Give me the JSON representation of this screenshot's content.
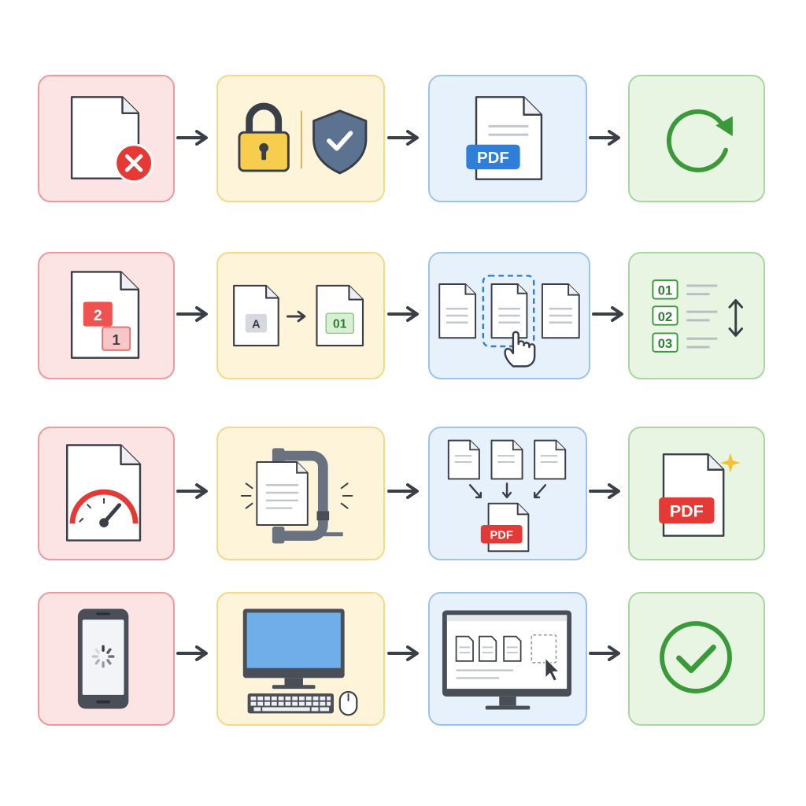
{
  "labels": {
    "pdf_badge_blue": "PDF",
    "page_front": "2",
    "page_back": "1",
    "page_letter": "A",
    "page_number": "01",
    "order_1": "01",
    "order_2": "02",
    "order_3": "03",
    "pdf_badge_small": "PDF",
    "pdf_badge_large": "PDF"
  },
  "colors": {
    "row_fail": "#fde4e4",
    "row_process": "#fdf4d9",
    "row_action": "#e7f1fc",
    "row_success": "#e8f5e3",
    "error_red": "#e53935",
    "pdf_blue": "#2f7fd8",
    "pdf_red": "#e53935",
    "success_green": "#3a9a3a",
    "lock_yellow": "#f6cd4d",
    "shield_slate": "#5b7290"
  },
  "icons": {
    "row1": [
      "file-error-icon",
      "lock-icon",
      "shield-check-icon",
      "pdf-file-icon",
      "refresh-icon"
    ],
    "row2": [
      "page-order-icon",
      "page-renumber-icon",
      "page-select-icon",
      "reorder-list-icon"
    ],
    "row3": [
      "speed-gauge-icon",
      "clamp-compress-icon",
      "merge-pdf-icon",
      "pdf-sparkle-icon"
    ],
    "row4": [
      "phone-loading-icon",
      "desktop-computer-icon",
      "monitor-pages-icon",
      "check-circle-icon"
    ]
  }
}
